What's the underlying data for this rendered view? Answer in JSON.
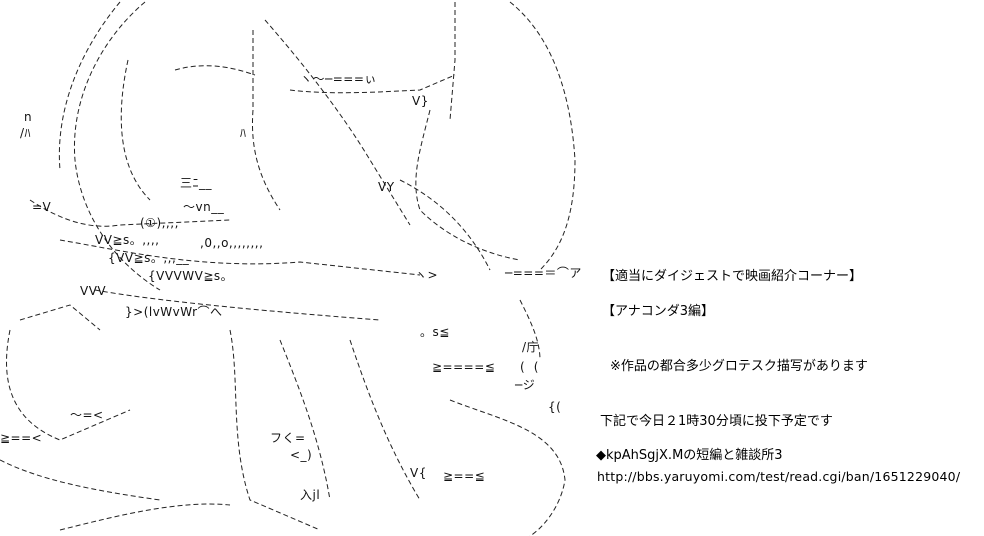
{
  "art": {
    "fragments": [
      "〜vn__",
      "{VVVWV≧s。",
      "VV≧s。,,,,",
      "{VV≧s。,,,__",
      "}>(lvWvWr⌒へ",
      "≧====≦",
      "≧==≦",
      "≧==<",
      "─===＝⌒ア",
      "/庁",
      "n",
      "/ﾊ",
      "(①),,,,",
      ",0,,o,,,,,,,,",
      "。s≦",
      "ヽ>",
      "入jl",
      "<_)",
      "フく=",
      "{(",
      "三ﾆ__",
      "ﾊ",
      "V{",
      "VY",
      "V}",
      "ヽ〜─===ぃ",
      "(  (",
      "─ジ",
      "〜=<",
      "VVV",
      "=V"
    ]
  },
  "post": {
    "title": "【適当にダイジェストで映画紹介コーナー】",
    "subtitle": "【アナコンダ3編】",
    "warning": "※作品の都合多少グロテスク描写があります",
    "schedule": "下記で今日２1時30分頃に投下予定です",
    "thread_name": "◆kpAhSgjX.Mの短編と雑談所3",
    "thread_url": "http://bbs.yaruyomi.com/test/read.cgi/ban/1651229040/"
  }
}
